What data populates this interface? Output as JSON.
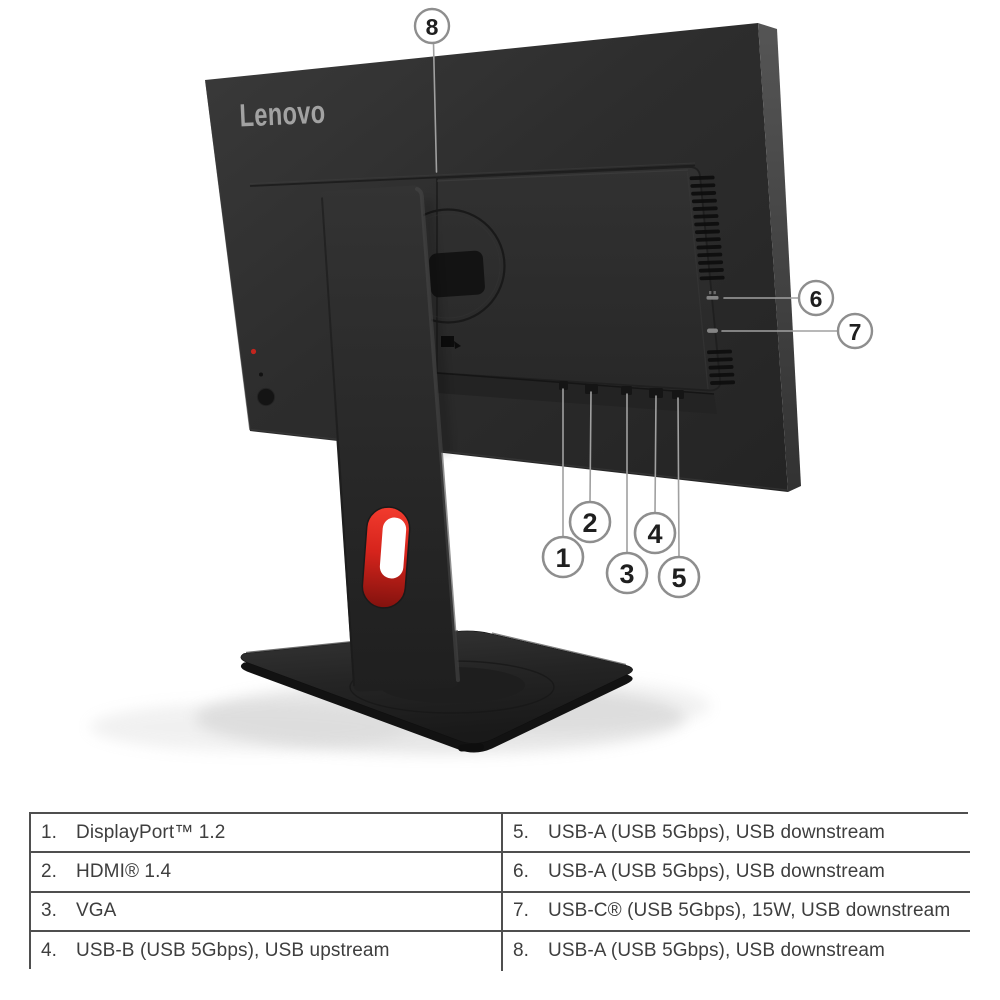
{
  "illustration": {
    "brand_logo": "Lenovo",
    "description": "Rear view of a Lenovo monitor on a stand with numbered callouts pointing to ports",
    "colors": {
      "monitor_body": "#2c2c2c",
      "accent_red": "#d6241c",
      "callout_ring": "#8e8e8e",
      "callout_line": "#a0a0a0",
      "background": "#ffffff"
    },
    "callouts": [
      {
        "label": "1"
      },
      {
        "label": "2"
      },
      {
        "label": "3"
      },
      {
        "label": "4"
      },
      {
        "label": "5"
      },
      {
        "label": "6"
      },
      {
        "label": "7"
      },
      {
        "label": "8"
      }
    ]
  },
  "port_table": {
    "left_rows": [
      {
        "num": "1.",
        "label": "DisplayPort™ 1.2"
      },
      {
        "num": "2.",
        "label": "HDMI® 1.4"
      },
      {
        "num": "3.",
        "label": "VGA"
      },
      {
        "num": "4.",
        "label": "USB-B (USB 5Gbps), USB upstream"
      }
    ],
    "right_rows": [
      {
        "num": "5.",
        "label": "USB-A (USB 5Gbps), USB downstream"
      },
      {
        "num": "6.",
        "label": "USB-A (USB 5Gbps), USB downstream"
      },
      {
        "num": "7.",
        "label": "USB-C® (USB 5Gbps), 15W, USB downstream"
      },
      {
        "num": "8.",
        "label": "USB-A (USB 5Gbps), USB downstream"
      }
    ]
  }
}
